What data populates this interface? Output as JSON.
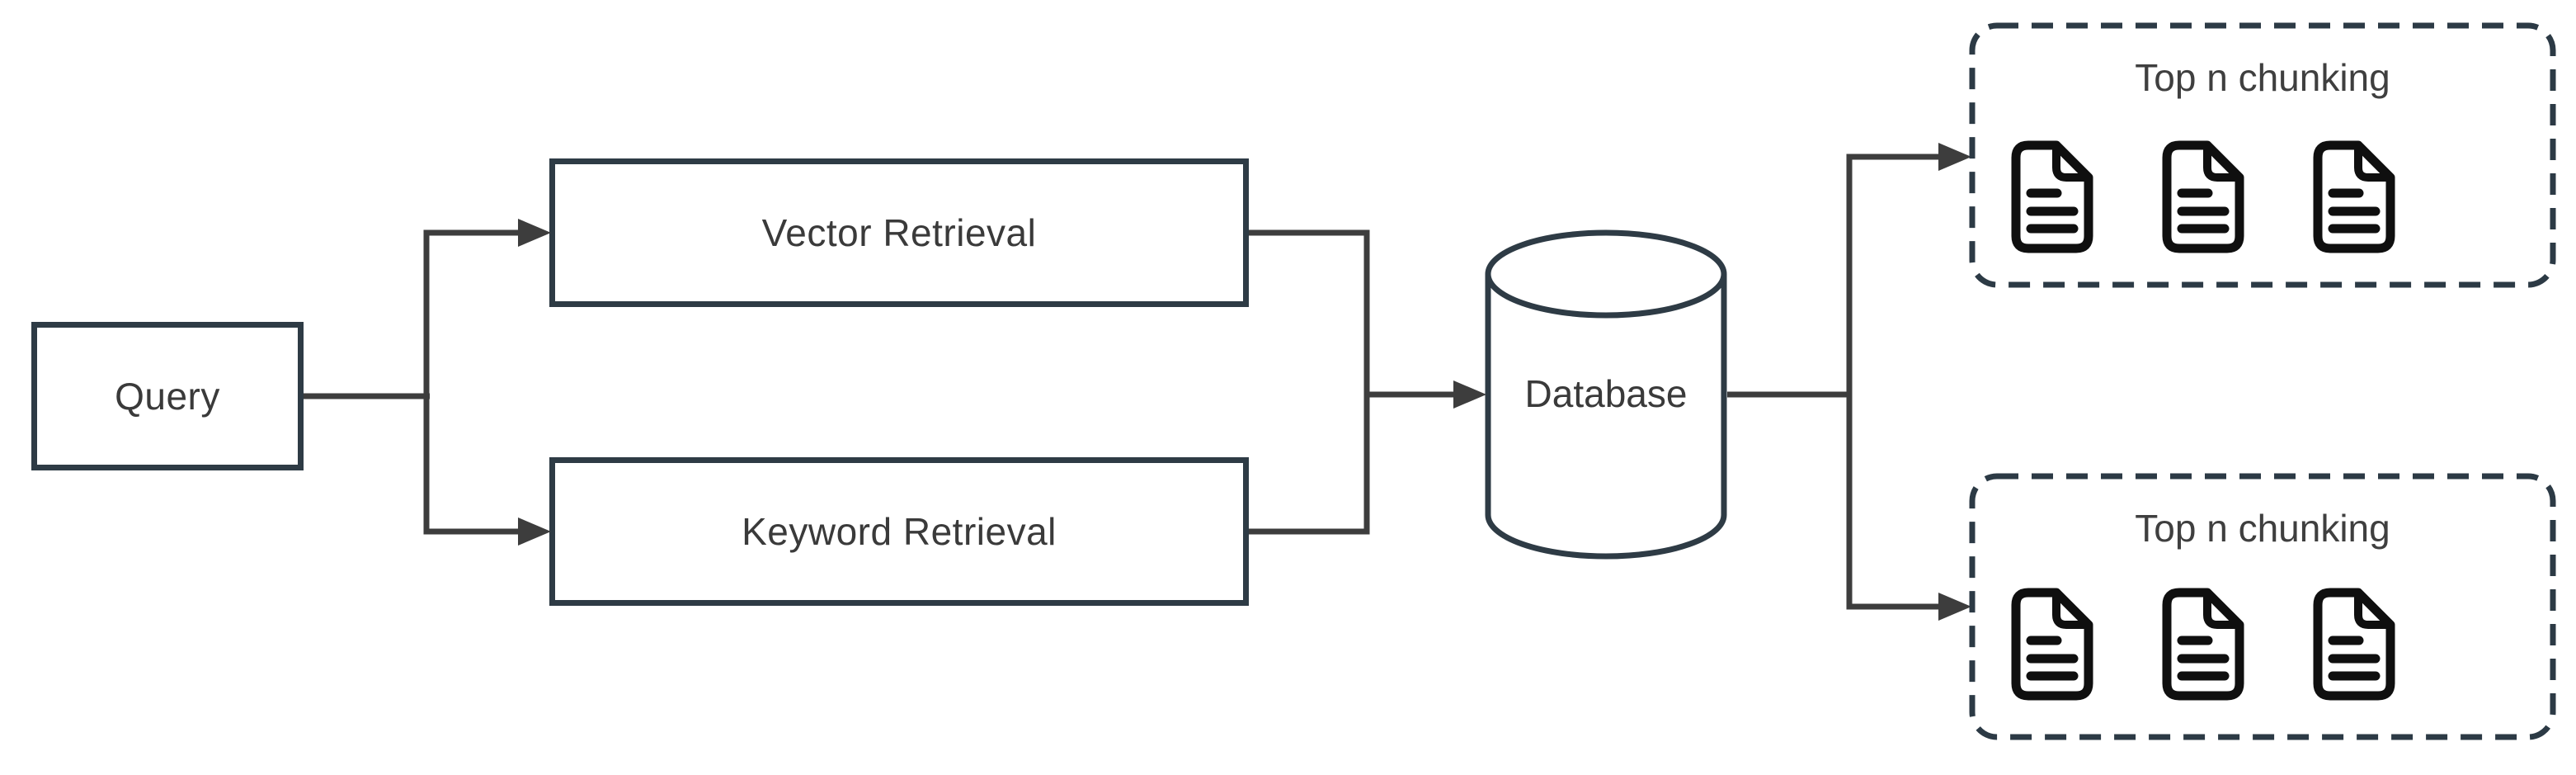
{
  "diagram": {
    "nodes": {
      "query": {
        "label": "Query",
        "shape": "rectangle"
      },
      "vector_retrieval": {
        "label": "Vector Retrieval",
        "shape": "rectangle"
      },
      "keyword_retrieval": {
        "label": "Keyword Retrieval",
        "shape": "rectangle"
      },
      "database": {
        "label": "Database",
        "shape": "cylinder"
      }
    },
    "groups": [
      {
        "title": "Top n chunking",
        "border_style": "dashed",
        "document_count": 3,
        "icons": [
          "document-icon",
          "document-icon",
          "document-icon"
        ]
      },
      {
        "title": "Top n chunking",
        "border_style": "dashed",
        "document_count": 3,
        "icons": [
          "document-icon",
          "document-icon",
          "document-icon"
        ]
      }
    ],
    "edges": [
      {
        "from": "query",
        "to": "vector_retrieval",
        "arrow": true
      },
      {
        "from": "query",
        "to": "keyword_retrieval",
        "arrow": true
      },
      {
        "from": "vector_retrieval",
        "to": "database",
        "arrow": true
      },
      {
        "from": "keyword_retrieval",
        "to": "database",
        "arrow": true
      },
      {
        "from": "database",
        "to": "top_n_chunking_1",
        "arrow": true
      },
      {
        "from": "database",
        "to": "top_n_chunking_2",
        "arrow": true
      }
    ],
    "colors": {
      "background": "#ffffff",
      "node_border": "#2e3b45",
      "dashed_border": "#2c3a45",
      "connector": "#3d3d3d",
      "text": "#3a3a3a",
      "icon": "#0f0f0f"
    }
  }
}
